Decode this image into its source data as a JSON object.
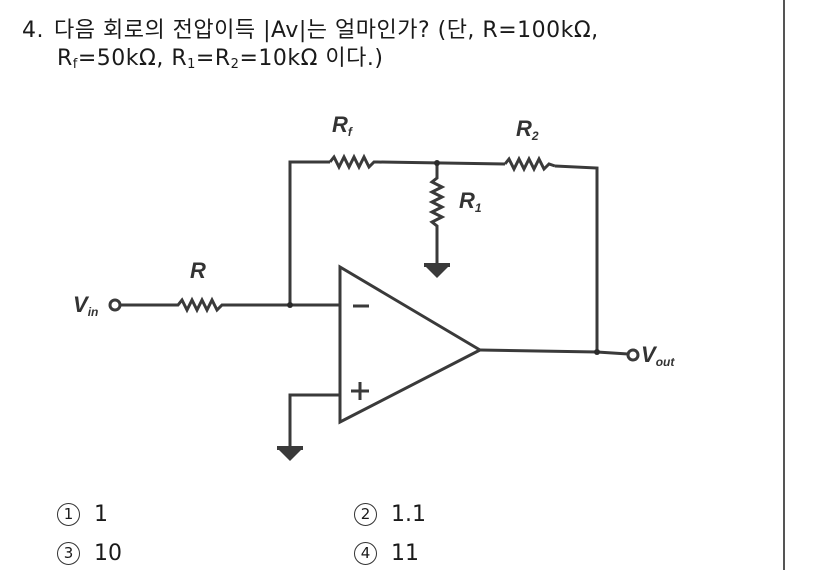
{
  "question": {
    "number": "4.",
    "text_line1": "다음 회로의 전압이득 |Av|는 얼마인가? (단, R=100kΩ,",
    "line2": {
      "rf_label": "R",
      "rf_sub": "f",
      "rf_value": "=50kΩ, ",
      "r1_label": "R",
      "r1_sub": "1",
      "eq": "=",
      "r2_label": "R",
      "r2_sub": "2",
      "r2_value": "=10kΩ 이다.)"
    }
  },
  "diagram": {
    "labels": {
      "rf": {
        "main": "R",
        "sub": "f"
      },
      "r2": {
        "main": "R",
        "sub": "2"
      },
      "r1": {
        "main": "R",
        "sub": "1"
      },
      "r": {
        "main": "R"
      },
      "vin": {
        "main": "V",
        "sub": "in"
      },
      "vout": {
        "main": "V",
        "sub": "out"
      },
      "minus": "−",
      "plus": "+"
    },
    "line_color": "#3a3a3a"
  },
  "choices": [
    {
      "marker": "1",
      "value": "1"
    },
    {
      "marker": "2",
      "value": "1.1"
    },
    {
      "marker": "3",
      "value": "10"
    },
    {
      "marker": "4",
      "value": "11"
    }
  ]
}
